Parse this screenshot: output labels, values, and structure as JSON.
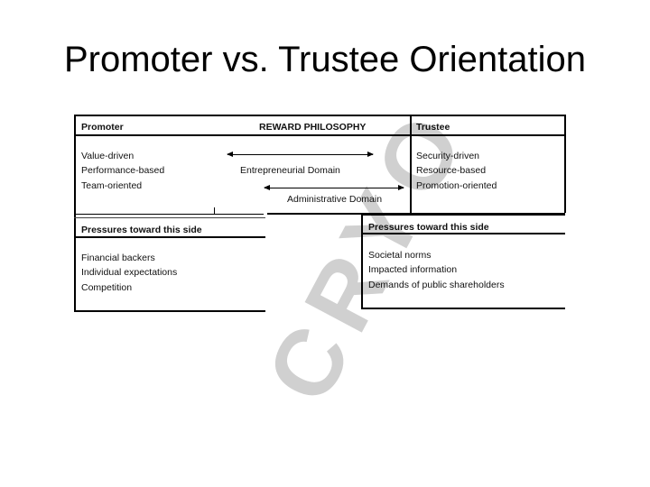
{
  "slide": {
    "title": "Promoter vs. Trustee Orientation"
  },
  "diagram": {
    "header": {
      "left": "Promoter",
      "center": "REWARD PHILOSOPHY",
      "right": "Trustee"
    },
    "promoter_traits": [
      "Value-driven",
      "Performance-based",
      "Team-oriented"
    ],
    "trustee_traits": [
      "Security-driven",
      "Resource-based",
      "Promotion-oriented"
    ],
    "domains": {
      "entrepreneurial": "Entrepreneurial Domain",
      "administrative": "Administrative Domain"
    },
    "left_pressures": {
      "header": "Pressures toward this side",
      "items": [
        "Financial backers",
        "Individual expectations",
        "Competition"
      ]
    },
    "right_pressures": {
      "header": "Pressures toward this side",
      "items": [
        "Societal norms",
        "Impacted information",
        "Demands of public shareholders"
      ]
    }
  },
  "watermark": {
    "text": "CRYO"
  }
}
